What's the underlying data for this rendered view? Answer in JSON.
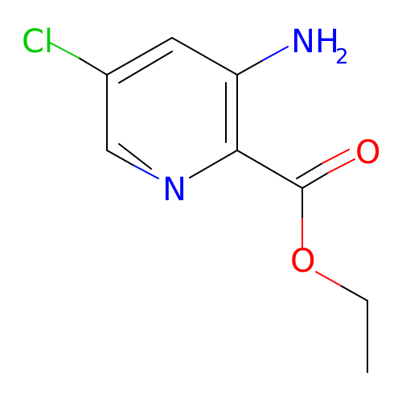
{
  "molecule": {
    "atoms": {
      "cl": {
        "label": "Cl",
        "color": "#00cc00"
      },
      "nh2": {
        "label": "NH",
        "subscript": "2",
        "color": "#0000ff"
      },
      "n": {
        "label": "N",
        "color": "#0000ff"
      },
      "o_carbonyl": {
        "label": "O",
        "color": "#ff0000"
      },
      "o_ester": {
        "label": "O",
        "color": "#ff0000"
      }
    },
    "bond_color": "#000000"
  }
}
